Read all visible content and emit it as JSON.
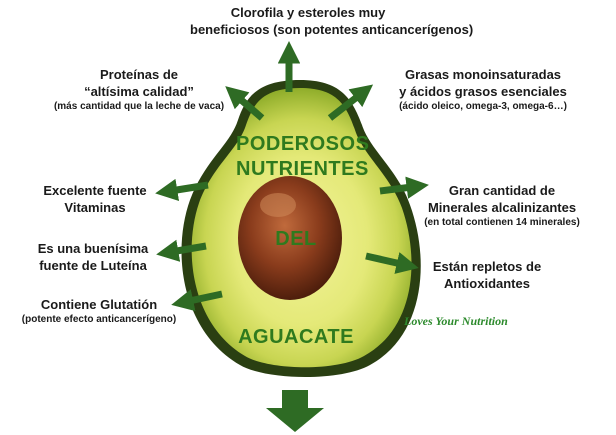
{
  "colors": {
    "arrow": "#2e6b24",
    "title": "#2f7a1e",
    "skin": "#2a3f12",
    "flesh_outer": "#8fad2a",
    "flesh_inner": "#e4e978",
    "seed": "#8a3c1c"
  },
  "title": {
    "word1": "PODEROSOS",
    "word2": "NUTRIENTES",
    "word3": "DEL",
    "word4": "AGUACATE"
  },
  "watermark": "Loves Your Nutrition",
  "labels": {
    "top": {
      "line1": "Clorofila y esteroles muy",
      "line2": "beneficiosos (son potentes anticancerígenos)"
    },
    "proteins": {
      "line1": "Proteínas de",
      "line2": "“altísima calidad”",
      "sub": "(más cantidad que la leche de vaca)"
    },
    "fats": {
      "line1": "Grasas monoinsaturadas",
      "line2": "y ácidos grasos esenciales",
      "sub": "(ácido oleico, omega-3, omega-6…)"
    },
    "vitamins": {
      "line1": "Excelente fuente",
      "line2": "Vitaminas"
    },
    "minerals": {
      "line1": "Gran cantidad de",
      "line2": "Minerales alcalinizantes",
      "sub": "(en total contienen 14 minerales)"
    },
    "lutein": {
      "line1": "Es una buenísima",
      "line2": "fuente de Luteína"
    },
    "antioxidants": {
      "line1": "Están repletos de",
      "line2": "Antioxidantes"
    },
    "glutathione": {
      "line1": "Contiene Glutatión",
      "sub": "(potente efecto anticancerígeno)"
    }
  }
}
